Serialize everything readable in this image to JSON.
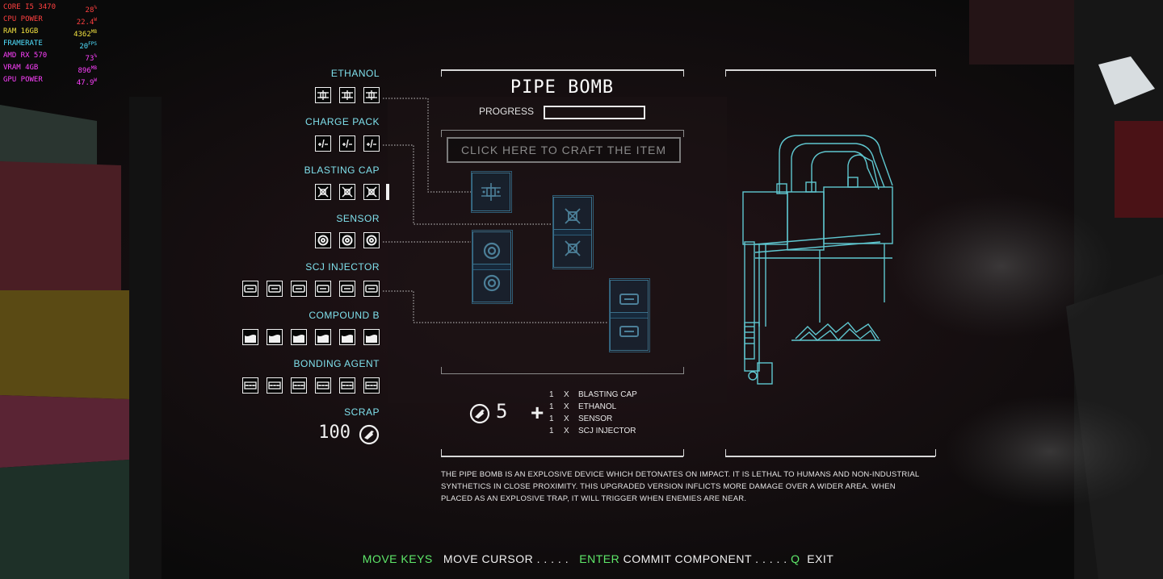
{
  "overlay": {
    "rows": [
      {
        "label": "CORE I5 3470",
        "value": "28",
        "unit": "%",
        "color": "#ff4040"
      },
      {
        "label": "CPU POWER",
        "value": "22.4",
        "unit": "W",
        "color": "#ff4040"
      },
      {
        "label": "RAM 16GB",
        "value": "4362",
        "unit": "MB",
        "color": "#f0e040"
      },
      {
        "label": "FRAMERATE",
        "value": "20",
        "unit": "FPS",
        "color": "#50e0ff"
      },
      {
        "label": "AMD RX 570",
        "value": "73",
        "unit": "%",
        "color": "#ff40ff"
      },
      {
        "label": "VRAM 4GB",
        "value": "896",
        "unit": "MB",
        "color": "#ff40ff"
      },
      {
        "label": "GPU POWER",
        "value": "47.9",
        "unit": "W",
        "color": "#ff40ff"
      }
    ]
  },
  "resources": [
    {
      "name": "ETHANOL",
      "icon": "ethanol-icon",
      "slots": 3
    },
    {
      "name": "CHARGE PACK",
      "icon": "charge-pack-icon",
      "slots": 3
    },
    {
      "name": "BLASTING CAP",
      "icon": "blasting-cap-icon",
      "slots": 3
    },
    {
      "name": "SENSOR",
      "icon": "sensor-icon",
      "slots": 3
    },
    {
      "name": "SCJ INJECTOR",
      "icon": "scj-injector-icon",
      "slots": 6
    },
    {
      "name": "COMPOUND B",
      "icon": "compound-b-icon",
      "slots": 6
    },
    {
      "name": "BONDING AGENT",
      "icon": "bonding-agent-icon",
      "slots": 6
    }
  ],
  "scrap": {
    "label": "SCRAP",
    "value": "100",
    "icon": "scrap-icon"
  },
  "item": {
    "title": "PIPE BOMB",
    "progress_label": "PROGRESS",
    "progress": 0,
    "craft_label": "CLICK HERE TO CRAFT THE ITEM",
    "scrap_cost": "5",
    "plus": "+",
    "requirements": [
      {
        "qty": "1",
        "x": "X",
        "name": "BLASTING CAP"
      },
      {
        "qty": "1",
        "x": "X",
        "name": "ETHANOL"
      },
      {
        "qty": "1",
        "x": "X",
        "name": "SENSOR"
      },
      {
        "qty": "1",
        "x": "X",
        "name": "SCJ INJECTOR"
      }
    ],
    "description": "THE PIPE BOMB IS AN EXPLOSIVE DEVICE WHICH DETONATES ON IMPACT. IT IS LETHAL TO HUMANS AND NON-INDUSTRIAL SYNTHETICS IN CLOSE PROXIMITY. THIS UPGRADED VERSION INFLICTS MORE DAMAGE OVER A WIDER AREA. WHEN PLACED AS AN EXPLOSIVE TRAP, IT WILL TRIGGER WHEN ENEMIES ARE NEAR."
  },
  "controls": {
    "key1": "MOVE KEYS",
    "act1": "MOVE CURSOR . . . . .",
    "key2": "ENTER",
    "act2": "COMMIT COMPONENT . . . . .",
    "key3": "Q",
    "act3": "EXIT"
  },
  "colors": {
    "accent": "#7fe0ec",
    "key": "#5ee86a",
    "slot_blue": "#3a6f8a"
  }
}
